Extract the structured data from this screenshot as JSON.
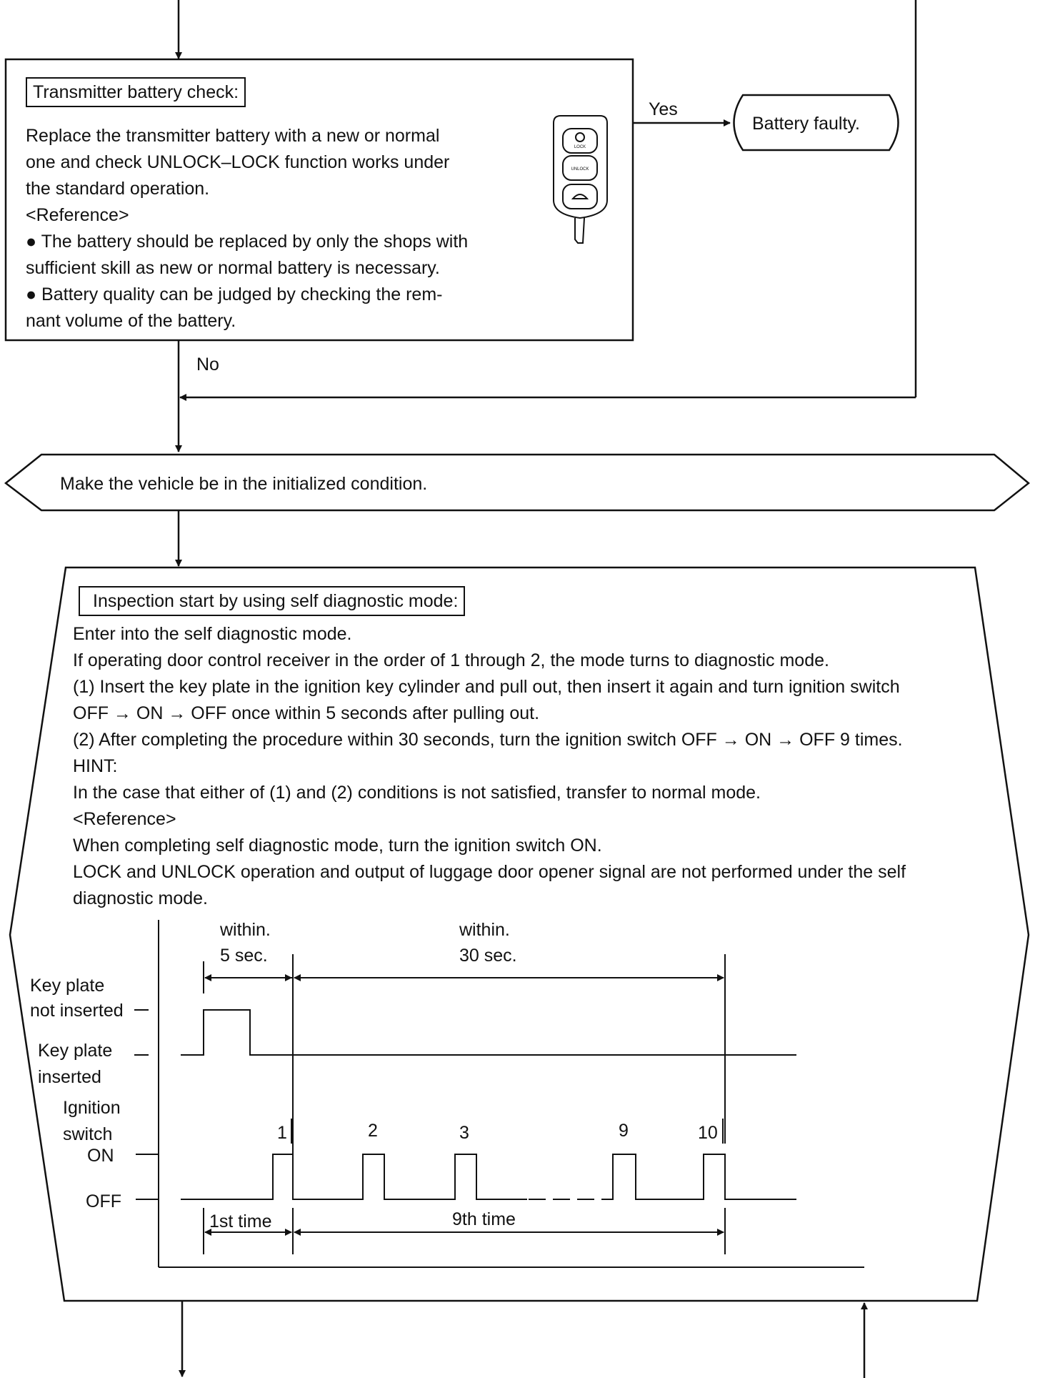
{
  "top_box": {
    "title": "Transmitter battery check:",
    "lines": [
      "Replace the transmitter battery with a new or normal",
      "one and check UNLOCK–LOCK function works under",
      "the standard operation.",
      "<Reference>",
      "● The battery should be replaced by only the shops with",
      "sufficient skill as new or normal battery is necessary.",
      "● Battery quality can be judged by checking the rem-",
      "nant volume of the battery."
    ],
    "remote_buttons": [
      "LOCK",
      "UNLOCK",
      "TRUNK"
    ]
  },
  "branch_yes": "Yes",
  "branch_no": "No",
  "result_box": "Battery faulty.",
  "condition_box": "Make the vehicle be in the initialized condition.",
  "inspection_box": {
    "title": "Inspection start by using self diagnostic mode:",
    "lines": [
      "Enter into the self diagnostic mode.",
      "If operating door control receiver in the order of 1 through 2, the mode turns to diagnostic mode.",
      "(1) Insert the key plate in the ignition key cylinder and pull out, then insert it again and turn ignition switch",
      "OFF → ON → OFF once within 5 seconds after pulling out.",
      "(2) After completing the procedure within 30 seconds, turn the ignition switch OFF → ON → OFF 9 times.",
      "HINT:",
      "In the case that either of (1) and (2) conditions is not satisfied, transfer to normal mode.",
      "<Reference>",
      "When completing self diagnostic mode, turn the ignition switch ON.",
      "LOCK and UNLOCK operation and output of luggage door opener signal are not performed under the self",
      "diagnostic mode."
    ]
  },
  "timing": {
    "within_5_a": "within.",
    "within_5_b": "5 sec.",
    "within_30_a": "within.",
    "within_30_b": "30 sec.",
    "key_not_inserted_a": "Key plate",
    "key_not_inserted_b": "not inserted",
    "key_inserted_a": "Key plate",
    "key_inserted_b": "inserted",
    "ignition_a": "Ignition",
    "ignition_b": "switch",
    "on": "ON",
    "off": "OFF",
    "pulse_numbers": [
      "1",
      "2",
      "3",
      "9",
      "10"
    ],
    "first_time": "1st time",
    "ninth_time": "9th time"
  }
}
